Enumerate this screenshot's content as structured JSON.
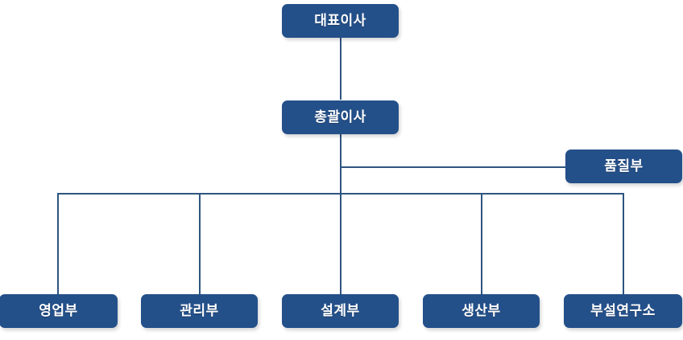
{
  "chart_data": {
    "type": "diagram",
    "subtype": "organization-chart",
    "title": "",
    "orientation": "top-down",
    "colors": {
      "node_fill": "#24508A",
      "node_text": "#FFFFFF",
      "connector": "#2E5580",
      "background": "#FFFFFF"
    },
    "levels": [
      {
        "level": 1,
        "nodes": [
          "ceo"
        ]
      },
      {
        "level": 2,
        "nodes": [
          "general-director"
        ]
      },
      {
        "level": 3,
        "nodes": [
          "quality-dept"
        ]
      },
      {
        "level": 4,
        "nodes": [
          "sales-dept",
          "management-dept",
          "design-dept",
          "production-dept",
          "research-institute"
        ]
      }
    ],
    "nodes": [
      {
        "id": "ceo",
        "label": "대표이사",
        "level": 1
      },
      {
        "id": "general-director",
        "label": "총괄이사",
        "level": 2
      },
      {
        "id": "quality-dept",
        "label": "품질부",
        "level": 3
      },
      {
        "id": "sales-dept",
        "label": "영업부",
        "level": 4
      },
      {
        "id": "management-dept",
        "label": "관리부",
        "level": 4
      },
      {
        "id": "design-dept",
        "label": "설계부",
        "level": 4
      },
      {
        "id": "production-dept",
        "label": "생산부",
        "level": 4
      },
      {
        "id": "research-institute",
        "label": "부설연구소",
        "level": 4
      }
    ],
    "edges": [
      {
        "from": "ceo",
        "to": "general-director"
      },
      {
        "from": "general-director",
        "to": "quality-dept"
      },
      {
        "from": "general-director",
        "to": "sales-dept"
      },
      {
        "from": "general-director",
        "to": "management-dept"
      },
      {
        "from": "general-director",
        "to": "design-dept"
      },
      {
        "from": "general-director",
        "to": "production-dept"
      },
      {
        "from": "general-director",
        "to": "research-institute"
      }
    ]
  },
  "nodes": {
    "ceo": {
      "label": "대표이사"
    },
    "general_director": {
      "label": "총괄이사"
    },
    "quality_dept": {
      "label": "품질부"
    },
    "sales_dept": {
      "label": "영업부"
    },
    "management_dept": {
      "label": "관리부"
    },
    "design_dept": {
      "label": "설계부"
    },
    "production_dept": {
      "label": "생산부"
    },
    "research_institute": {
      "label": "부설연구소"
    }
  }
}
